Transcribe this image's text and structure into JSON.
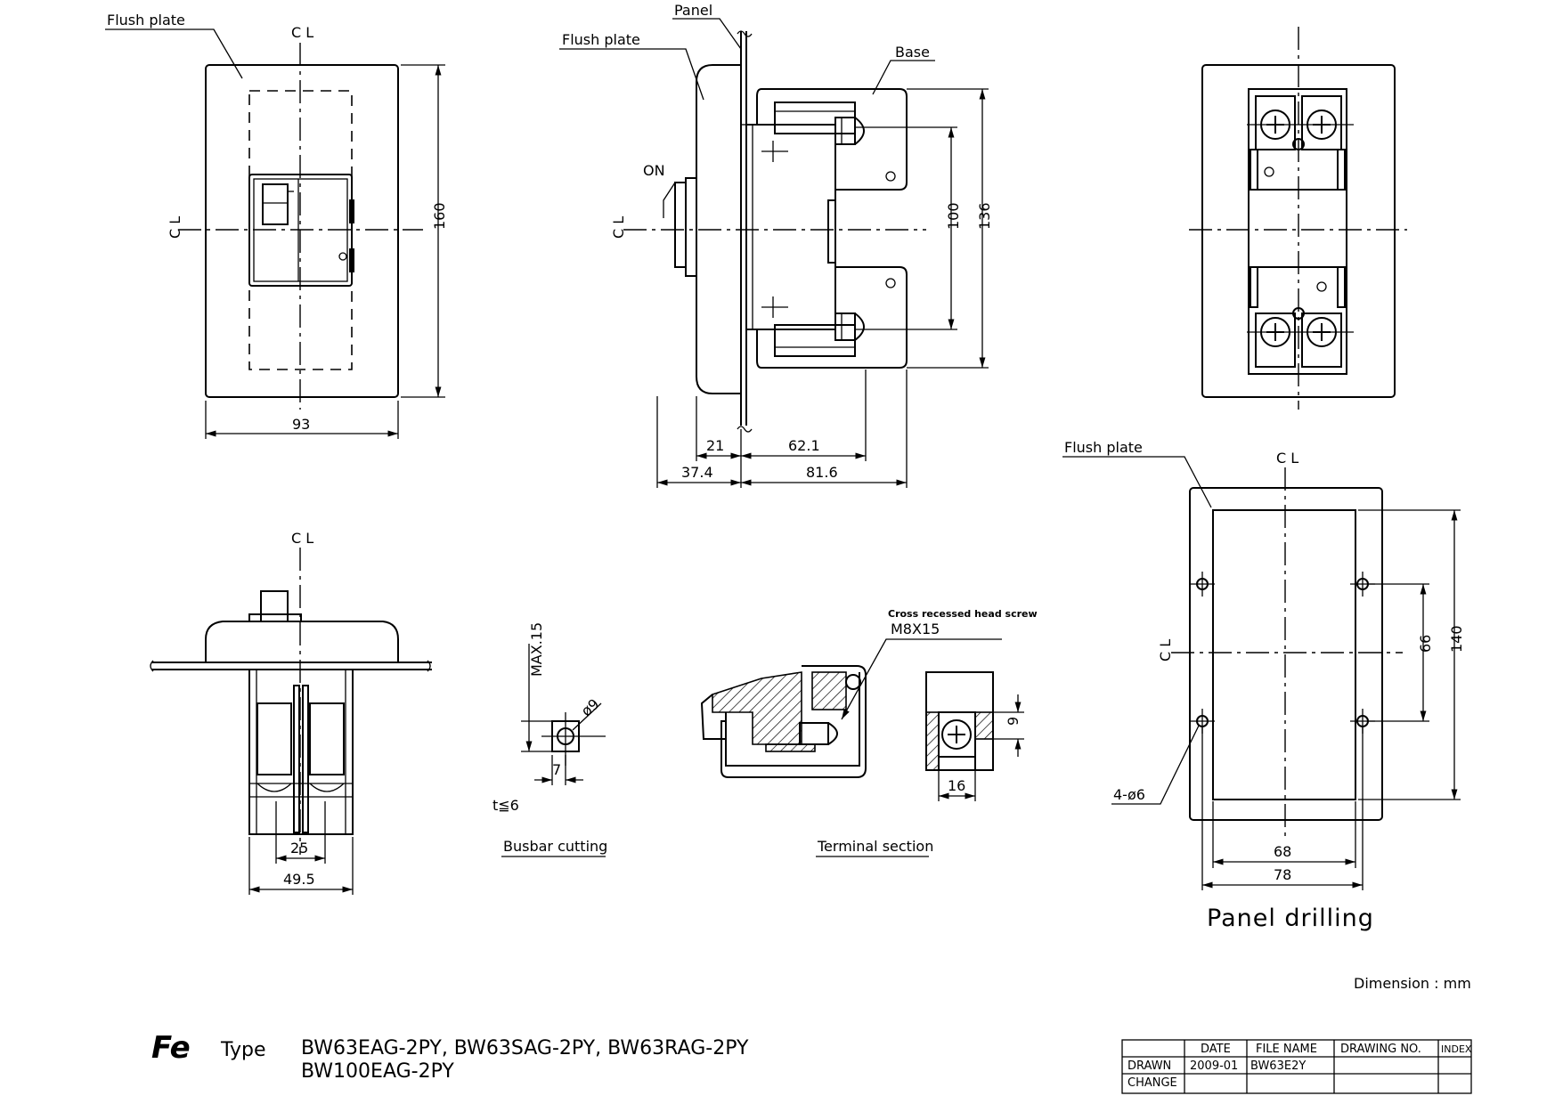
{
  "labels": {
    "flush_plate_front": "Flush plate",
    "flush_plate_side": "Flush plate",
    "flush_plate_drill": "Flush plate",
    "panel": "Panel",
    "base": "Base",
    "on": "ON",
    "centerline": "C L",
    "screw_title": "Cross recessed head screw",
    "screw_size": "M8X15",
    "busbar_cutting": "Busbar cutting",
    "terminal_section": "Terminal section",
    "panel_drilling": "Panel drilling",
    "dimension_unit": "Dimension : mm",
    "hole_spec": "4-ø6",
    "thickness": "t≦6",
    "max": "MAX.15",
    "dia9": "ø9"
  },
  "dimensions": {
    "front_width": "93",
    "front_height": "160",
    "side_100": "100",
    "side_136": "136",
    "side_21": "21",
    "side_62_1": "62.1",
    "side_37_4": "37.4",
    "side_81_6": "81.6",
    "bottom_25": "25",
    "bottom_49_5": "49.5",
    "busbar_7": "7",
    "term_9": "9",
    "term_16": "16",
    "drill_66": "66",
    "drill_140": "140",
    "drill_68": "68",
    "drill_78": "78"
  },
  "title_block": {
    "logo": "Fe",
    "type_label": "Type",
    "models_line1": "BW63EAG-2PY, BW63SAG-2PY, BW63RAG-2PY",
    "models_line2": "BW100EAG-2PY",
    "headers": [
      "DATE",
      "FILE NAME",
      "DRAWING NO.",
      "INDEX"
    ],
    "rows": [
      {
        "label": "DRAWN",
        "date": "2009-01",
        "file": "BW63E2Y"
      },
      {
        "label": "CHANGE",
        "date": "",
        "file": ""
      }
    ]
  }
}
